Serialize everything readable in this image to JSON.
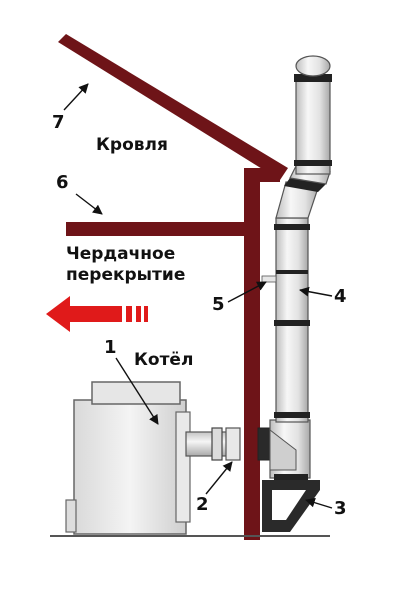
{
  "labels": {
    "roof": "Кровля",
    "attic_floor": "Чердачное",
    "attic_floor_2": "перекрытие",
    "boiler": "Котёл"
  },
  "callouts": [
    "1",
    "2",
    "3",
    "4",
    "5",
    "6",
    "7"
  ],
  "colors": {
    "structure": "#6e1418",
    "pipe_fill": "#e4e4e4",
    "pipe_stroke": "#555555",
    "band": "#222222",
    "arrow_red": "#e01a1a",
    "bracket": "#2a2a2a",
    "boiler_fill": "#eeeeee"
  },
  "icons": [
    "heat-arrow-icon",
    "leader-arrow-icon"
  ]
}
